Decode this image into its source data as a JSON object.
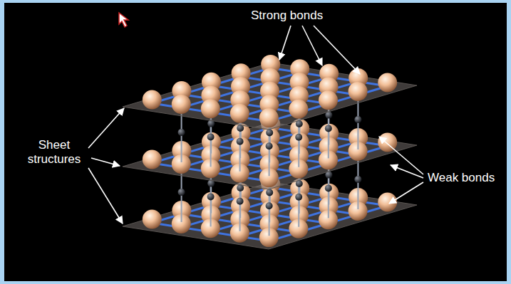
{
  "diagram": {
    "labels": [
      "Strong bonds",
      "Sheet structures",
      "Weak bonds"
    ]
  }
}
